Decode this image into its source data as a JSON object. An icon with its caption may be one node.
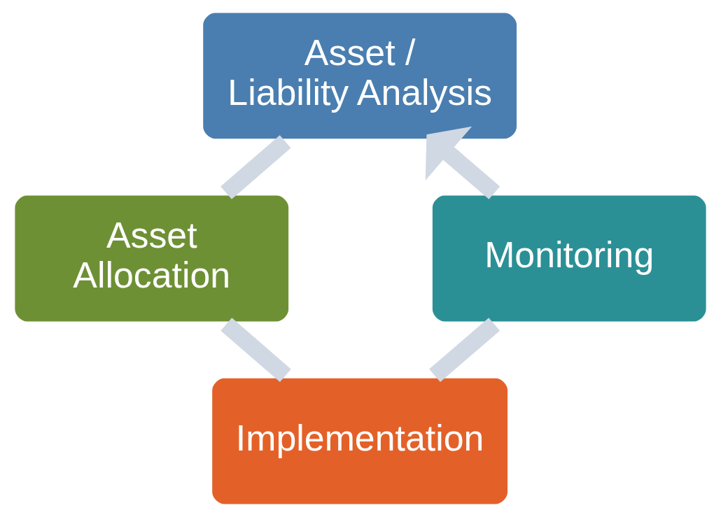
{
  "diagram": {
    "nodes": [
      {
        "text": [
          "Asset / Liability Analysis"
        ]
      },
      {
        "text": [
          "Asset Allocation"
        ]
      },
      {
        "text": [
          "Implementation"
        ]
      },
      {
        "text": [
          "Monitoring"
        ]
      }
    ],
    "edges": [
      {
        "from": 0,
        "to": 1,
        "arrow": "none"
      },
      {
        "from": 1,
        "to": 2,
        "arrow": "none"
      },
      {
        "from": 2,
        "to": 3,
        "arrow": "none"
      },
      {
        "from": 3,
        "to": 0,
        "arrow": "to"
      }
    ]
  }
}
